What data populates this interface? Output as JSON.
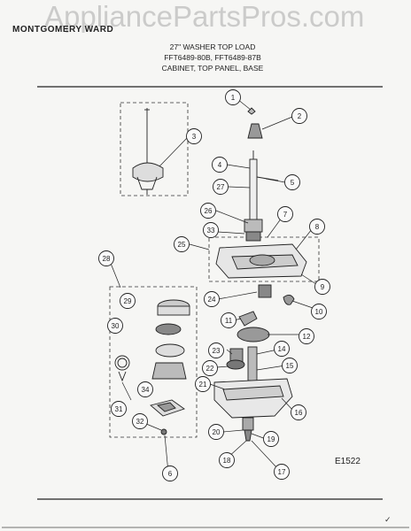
{
  "watermark": "AppliancePartsPros.com",
  "brand": "MONTGOMERY WARD",
  "header": {
    "line1": "27\" WASHER TOP LOAD",
    "line2": "FFT6489-80B, FFT6489-87B",
    "line3": "CABINET, TOP PANEL, BASE"
  },
  "diagram_code": "E1522",
  "callouts": [
    "1",
    "2",
    "3",
    "4",
    "5",
    "27",
    "26",
    "7",
    "8",
    "33",
    "25",
    "28",
    "9",
    "24",
    "10",
    "29",
    "11",
    "30",
    "12",
    "23",
    "14",
    "22",
    "15",
    "21",
    "34",
    "16",
    "31",
    "20",
    "19",
    "32",
    "18",
    "17",
    "6"
  ],
  "colors": {
    "ink": "#222222",
    "paper": "#f6f6f4",
    "watermark": "#969696"
  }
}
